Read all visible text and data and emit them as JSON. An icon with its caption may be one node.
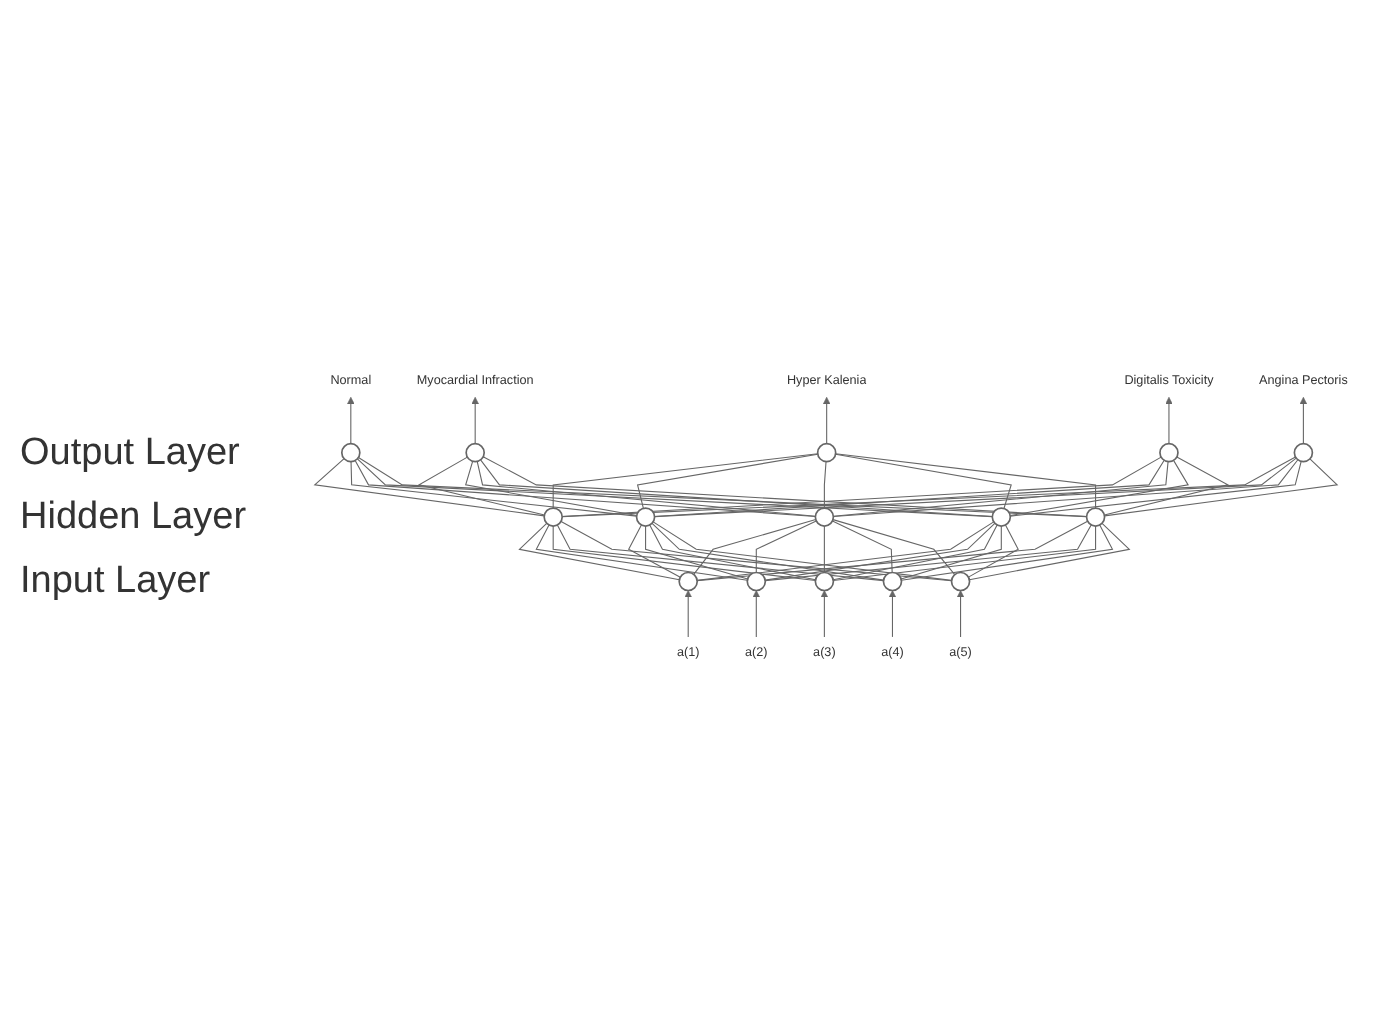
{
  "diagram": {
    "nodes": [
      {
        "text": [
          "Normal"
        ]
      },
      {
        "text": [
          "Myocardial Infraction"
        ]
      },
      {
        "text": [
          "Hyper Kalenia"
        ]
      },
      {
        "text": [
          "Digitalis Toxicity"
        ]
      },
      {
        "text": [
          "Angina Pectoris"
        ]
      },
      {
        "text": [],
        "shape": "circle"
      },
      {
        "text": [],
        "shape": "circle"
      },
      {
        "text": [],
        "shape": "circle"
      },
      {
        "text": [],
        "shape": "circle"
      },
      {
        "text": [],
        "shape": "circle"
      },
      {
        "text": [],
        "shape": "circle"
      },
      {
        "text": [],
        "shape": "circle"
      },
      {
        "text": [],
        "shape": "circle"
      },
      {
        "text": [],
        "shape": "circle"
      },
      {
        "text": [],
        "shape": "circle"
      },
      {
        "text": [],
        "shape": "circle"
      },
      {
        "text": [],
        "shape": "circle"
      },
      {
        "text": [],
        "shape": "circle"
      },
      {
        "text": [],
        "shape": "circle"
      },
      {
        "text": [],
        "shape": "circle"
      },
      {
        "text": [
          "a(1)"
        ]
      },
      {
        "text": [
          "a(2)"
        ]
      },
      {
        "text": [
          "a(3)"
        ]
      },
      {
        "text": [
          "a(4)"
        ]
      },
      {
        "text": [
          "a(5)"
        ]
      }
    ],
    "edges": [
      {
        "from": 20,
        "to": 15,
        "arrow": "to"
      },
      {
        "from": 21,
        "to": 16,
        "arrow": "to"
      },
      {
        "from": 22,
        "to": 17,
        "arrow": "to"
      },
      {
        "from": 23,
        "to": 18,
        "arrow": "to"
      },
      {
        "from": 24,
        "to": 19,
        "arrow": "to"
      },
      {
        "from": 15,
        "to": 10,
        "arrow": "none"
      },
      {
        "from": 15,
        "to": 11,
        "arrow": "none"
      },
      {
        "from": 15,
        "to": 12,
        "arrow": "none"
      },
      {
        "from": 15,
        "to": 13,
        "arrow": "none"
      },
      {
        "from": 15,
        "to": 14,
        "arrow": "none"
      },
      {
        "from": 16,
        "to": 10,
        "arrow": "none"
      },
      {
        "from": 16,
        "to": 11,
        "arrow": "none"
      },
      {
        "from": 16,
        "to": 12,
        "arrow": "none"
      },
      {
        "from": 16,
        "to": 13,
        "arrow": "none"
      },
      {
        "from": 16,
        "to": 14,
        "arrow": "none"
      },
      {
        "from": 17,
        "to": 10,
        "arrow": "none"
      },
      {
        "from": 17,
        "to": 11,
        "arrow": "none"
      },
      {
        "from": 17,
        "to": 12,
        "arrow": "none"
      },
      {
        "from": 17,
        "to": 13,
        "arrow": "none"
      },
      {
        "from": 17,
        "to": 14,
        "arrow": "none"
      },
      {
        "from": 18,
        "to": 10,
        "arrow": "none"
      },
      {
        "from": 18,
        "to": 11,
        "arrow": "none"
      },
      {
        "from": 18,
        "to": 12,
        "arrow": "none"
      },
      {
        "from": 18,
        "to": 13,
        "arrow": "none"
      },
      {
        "from": 18,
        "to": 14,
        "arrow": "none"
      },
      {
        "from": 19,
        "to": 10,
        "arrow": "none"
      },
      {
        "from": 19,
        "to": 11,
        "arrow": "none"
      },
      {
        "from": 19,
        "to": 12,
        "arrow": "none"
      },
      {
        "from": 19,
        "to": 13,
        "arrow": "none"
      },
      {
        "from": 19,
        "to": 14,
        "arrow": "none"
      },
      {
        "from": 10,
        "to": 5,
        "arrow": "none"
      },
      {
        "from": 10,
        "to": 6,
        "arrow": "none"
      },
      {
        "from": 10,
        "to": 7,
        "arrow": "none"
      },
      {
        "from": 10,
        "to": 8,
        "arrow": "none"
      },
      {
        "from": 10,
        "to": 9,
        "arrow": "none"
      },
      {
        "from": 11,
        "to": 5,
        "arrow": "none"
      },
      {
        "from": 11,
        "to": 6,
        "arrow": "none"
      },
      {
        "from": 11,
        "to": 7,
        "arrow": "none"
      },
      {
        "from": 11,
        "to": 8,
        "arrow": "none"
      },
      {
        "from": 11,
        "to": 9,
        "arrow": "none"
      },
      {
        "from": 12,
        "to": 5,
        "arrow": "none"
      },
      {
        "from": 12,
        "to": 6,
        "arrow": "none"
      },
      {
        "from": 12,
        "to": 7,
        "arrow": "none"
      },
      {
        "from": 12,
        "to": 8,
        "arrow": "none"
      },
      {
        "from": 12,
        "to": 9,
        "arrow": "none"
      },
      {
        "from": 13,
        "to": 5,
        "arrow": "none"
      },
      {
        "from": 13,
        "to": 6,
        "arrow": "none"
      },
      {
        "from": 13,
        "to": 7,
        "arrow": "none"
      },
      {
        "from": 13,
        "to": 8,
        "arrow": "none"
      },
      {
        "from": 13,
        "to": 9,
        "arrow": "none"
      },
      {
        "from": 14,
        "to": 5,
        "arrow": "none"
      },
      {
        "from": 14,
        "to": 6,
        "arrow": "none"
      },
      {
        "from": 14,
        "to": 7,
        "arrow": "none"
      },
      {
        "from": 14,
        "to": 8,
        "arrow": "none"
      },
      {
        "from": 14,
        "to": 9,
        "arrow": "none"
      },
      {
        "from": 5,
        "to": 0,
        "arrow": "to"
      },
      {
        "from": 6,
        "to": 1,
        "arrow": "to"
      },
      {
        "from": 7,
        "to": 2,
        "arrow": "to"
      },
      {
        "from": 8,
        "to": 3,
        "arrow": "to"
      },
      {
        "from": 9,
        "to": 4,
        "arrow": "to"
      }
    ],
    "labels": [
      "Output Layer",
      "Hidden Layer",
      "Input Layer"
    ]
  }
}
